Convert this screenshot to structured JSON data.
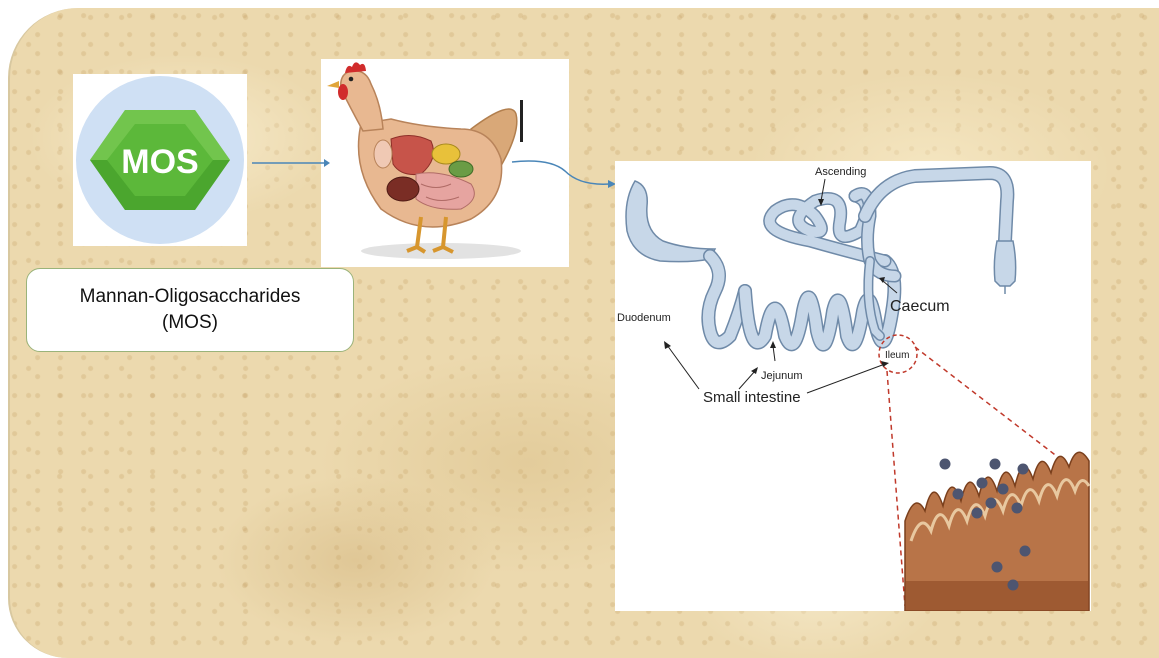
{
  "slide": {
    "mos_badge": {
      "label": "MOS"
    },
    "caption": {
      "line1": "Mannan-Oligosaccharides",
      "line2": "(MOS)"
    },
    "gut_diagram": {
      "labels": {
        "ascending": "Ascending",
        "caecum": "Caecum",
        "duodenum": "Duodenum",
        "ileum": "Ileum",
        "jejunum": "Jejunum",
        "small_intestine": "Small intestine"
      }
    }
  },
  "colors": {
    "badge_green": "#5cb83a",
    "badge_ring": "#cfe0f4",
    "gut_fill": "#c7d7e8",
    "gut_stroke": "#6f8aa8",
    "zoom_dash": "#c0392b",
    "arrow_blue": "#4a86b8"
  }
}
